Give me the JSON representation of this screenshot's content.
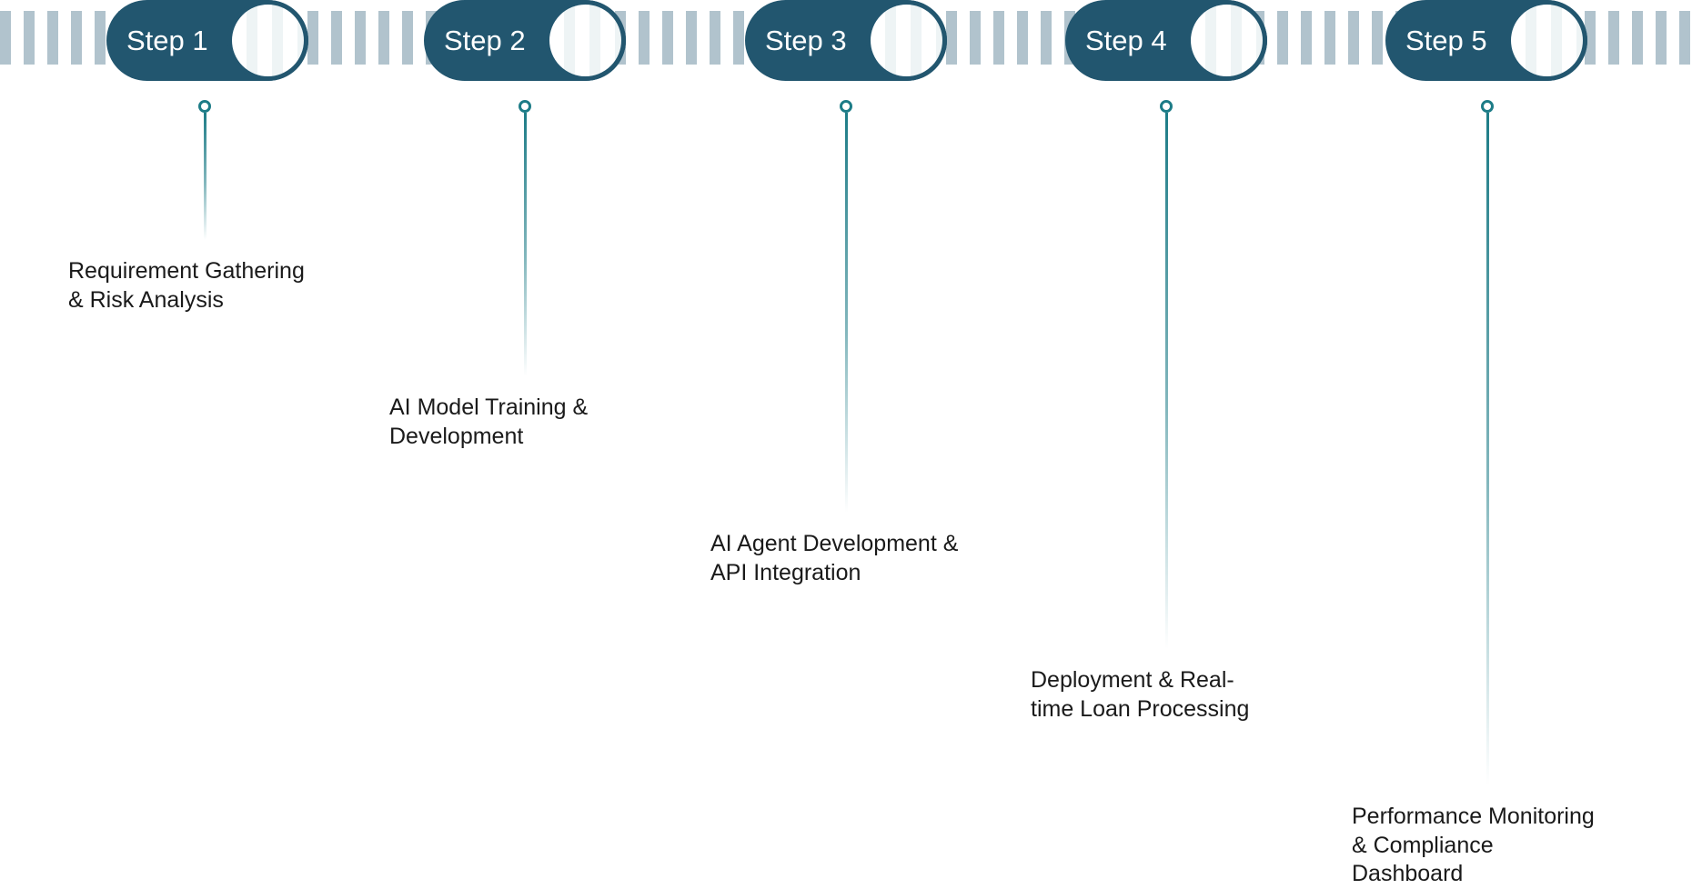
{
  "colors": {
    "pill": "#22566f",
    "stripe": "#b1c3cd",
    "connector": "#1d7c87",
    "text": "#1a1a1a"
  },
  "steps": [
    {
      "label": "Step 1",
      "description": "Requirement Gathering\n& Risk Analysis"
    },
    {
      "label": "Step 2",
      "description": "AI Model Training &\nDevelopment"
    },
    {
      "label": "Step 3",
      "description": "AI Agent Development &\nAPI Integration"
    },
    {
      "label": "Step 4",
      "description": "Deployment & Real-\ntime Loan Processing"
    },
    {
      "label": "Step 5",
      "description": "Performance Monitoring\n& Compliance\nDashboard"
    }
  ]
}
